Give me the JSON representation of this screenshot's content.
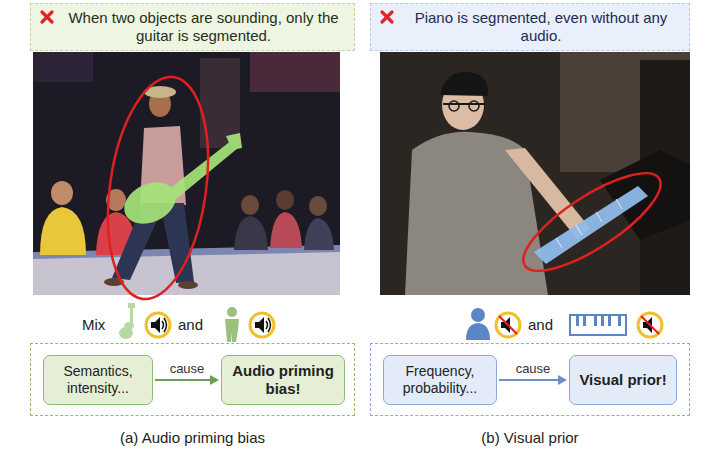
{
  "diagram": {
    "nodes": [
      {
        "text": [
          "When two objects are sounding, only the guitar is segmented."
        ]
      },
      {
        "text": [
          "Piano is segmented, even without any audio."
        ]
      },
      {
        "text": [
          "(a) Audio priming bias"
        ]
      },
      {
        "text": [
          "Semantics, intensity..."
        ],
        "in": 2
      },
      {
        "text": [
          "Audio priming bias!"
        ],
        "in": 2
      },
      {
        "text": [
          "(b) Visual prior"
        ]
      },
      {
        "text": [
          "Frequency, probability..."
        ],
        "in": 5
      },
      {
        "text": [
          "Visual prior!"
        ],
        "in": 5
      }
    ],
    "edges": [
      {
        "from": 3,
        "to": 4,
        "label": "cause",
        "arrow": "to"
      },
      {
        "from": 6,
        "to": 7,
        "label": "cause",
        "arrow": "to"
      }
    ],
    "labels": [
      "Mix",
      "and",
      "and"
    ]
  }
}
